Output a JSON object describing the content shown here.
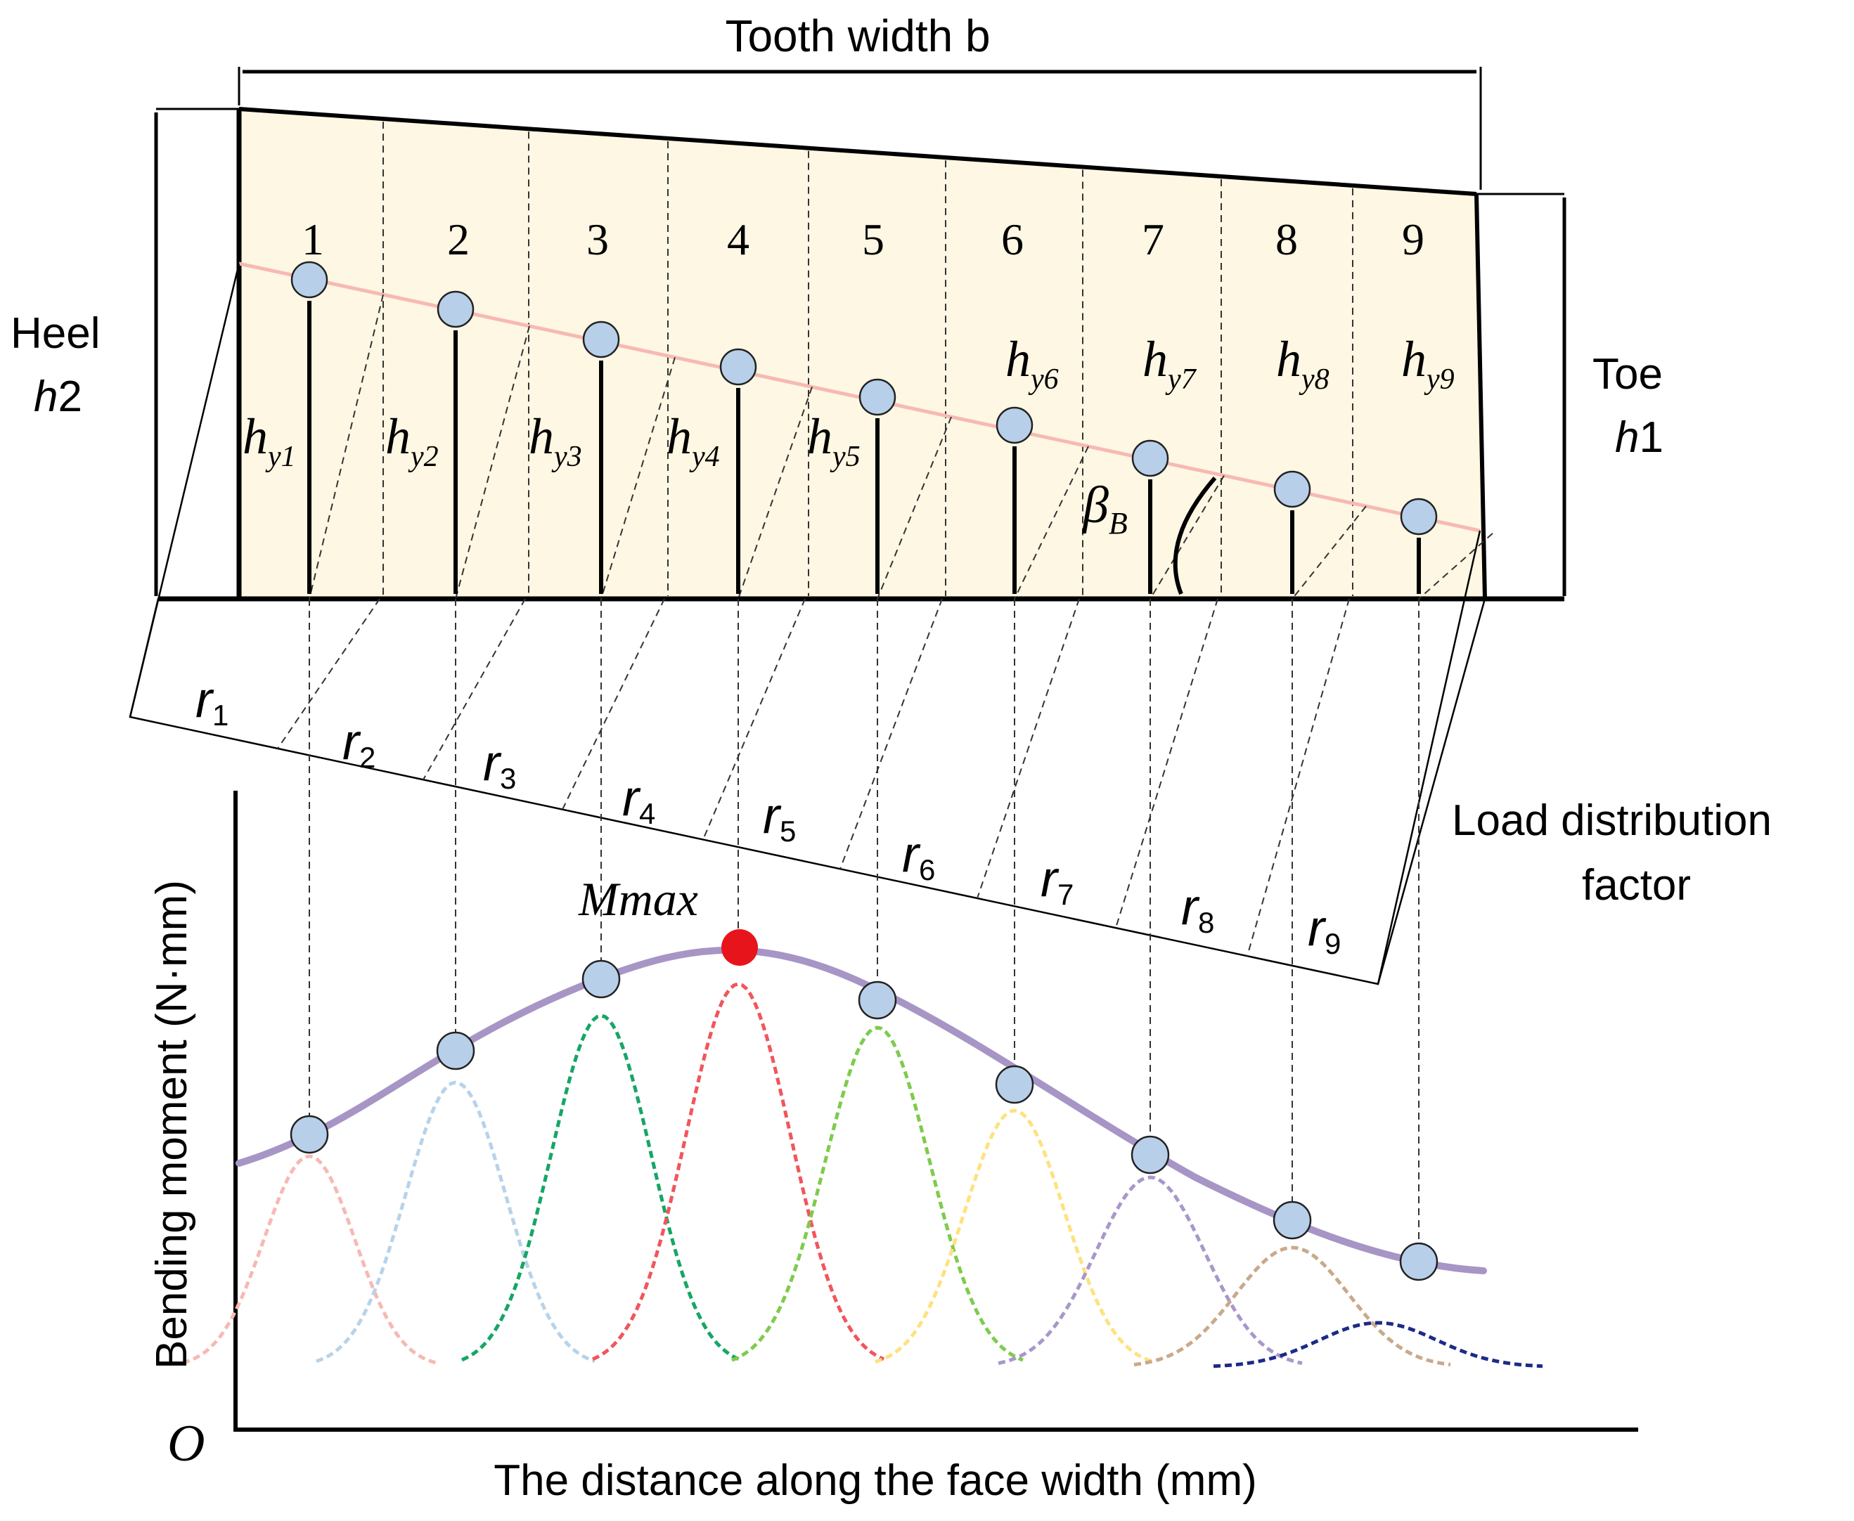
{
  "labels": {
    "tooth_width": "Tooth width b",
    "heel": "Heel",
    "heel_h": "h",
    "heel_h_sub": "2",
    "toe": "Toe",
    "toe_h": "h",
    "toe_h_sub": "1",
    "load_factor_line1": "Load distribution",
    "load_factor_line2": "factor",
    "beta": "β",
    "beta_sub": "B",
    "mmax": "Mmax",
    "origin": "O",
    "y_axis": "Bending moment (N·mm)",
    "x_axis": "The distance along the face width (mm)"
  },
  "segments": [
    {
      "number": "1",
      "h": "h",
      "h_sub": "y1",
      "r": "r",
      "r_sub": "1"
    },
    {
      "number": "2",
      "h": "h",
      "h_sub": "y2",
      "r": "r",
      "r_sub": "2"
    },
    {
      "number": "3",
      "h": "h",
      "h_sub": "y3",
      "r": "r",
      "r_sub": "3"
    },
    {
      "number": "4",
      "h": "h",
      "h_sub": "y4",
      "r": "r",
      "r_sub": "4"
    },
    {
      "number": "5",
      "h": "h",
      "h_sub": "y5",
      "r": "r",
      "r_sub": "5"
    },
    {
      "number": "6",
      "h": "h",
      "h_sub": "y6",
      "r": "r",
      "r_sub": "6"
    },
    {
      "number": "7",
      "h": "h",
      "h_sub": "y7",
      "r": "r",
      "r_sub": "7"
    },
    {
      "number": "8",
      "h": "h",
      "h_sub": "y8",
      "r": "r",
      "r_sub": "8"
    },
    {
      "number": "9",
      "h": "h",
      "h_sub": "y9",
      "r": "r",
      "r_sub": "9"
    }
  ],
  "colors": {
    "tooth_fill": "#fdf7e3",
    "contact_line": "#f7b9b3",
    "point_fill": "#b8cfe9",
    "envelope": "#a795c6",
    "max_point": "#e8141b",
    "curves": [
      "#f7b9b3",
      "#b7d3ea",
      "#16a665",
      "#f2555c",
      "#7fcb4d",
      "#fde27f",
      "#a898c9",
      "#c9a98c",
      "#1c2a88"
    ]
  }
}
